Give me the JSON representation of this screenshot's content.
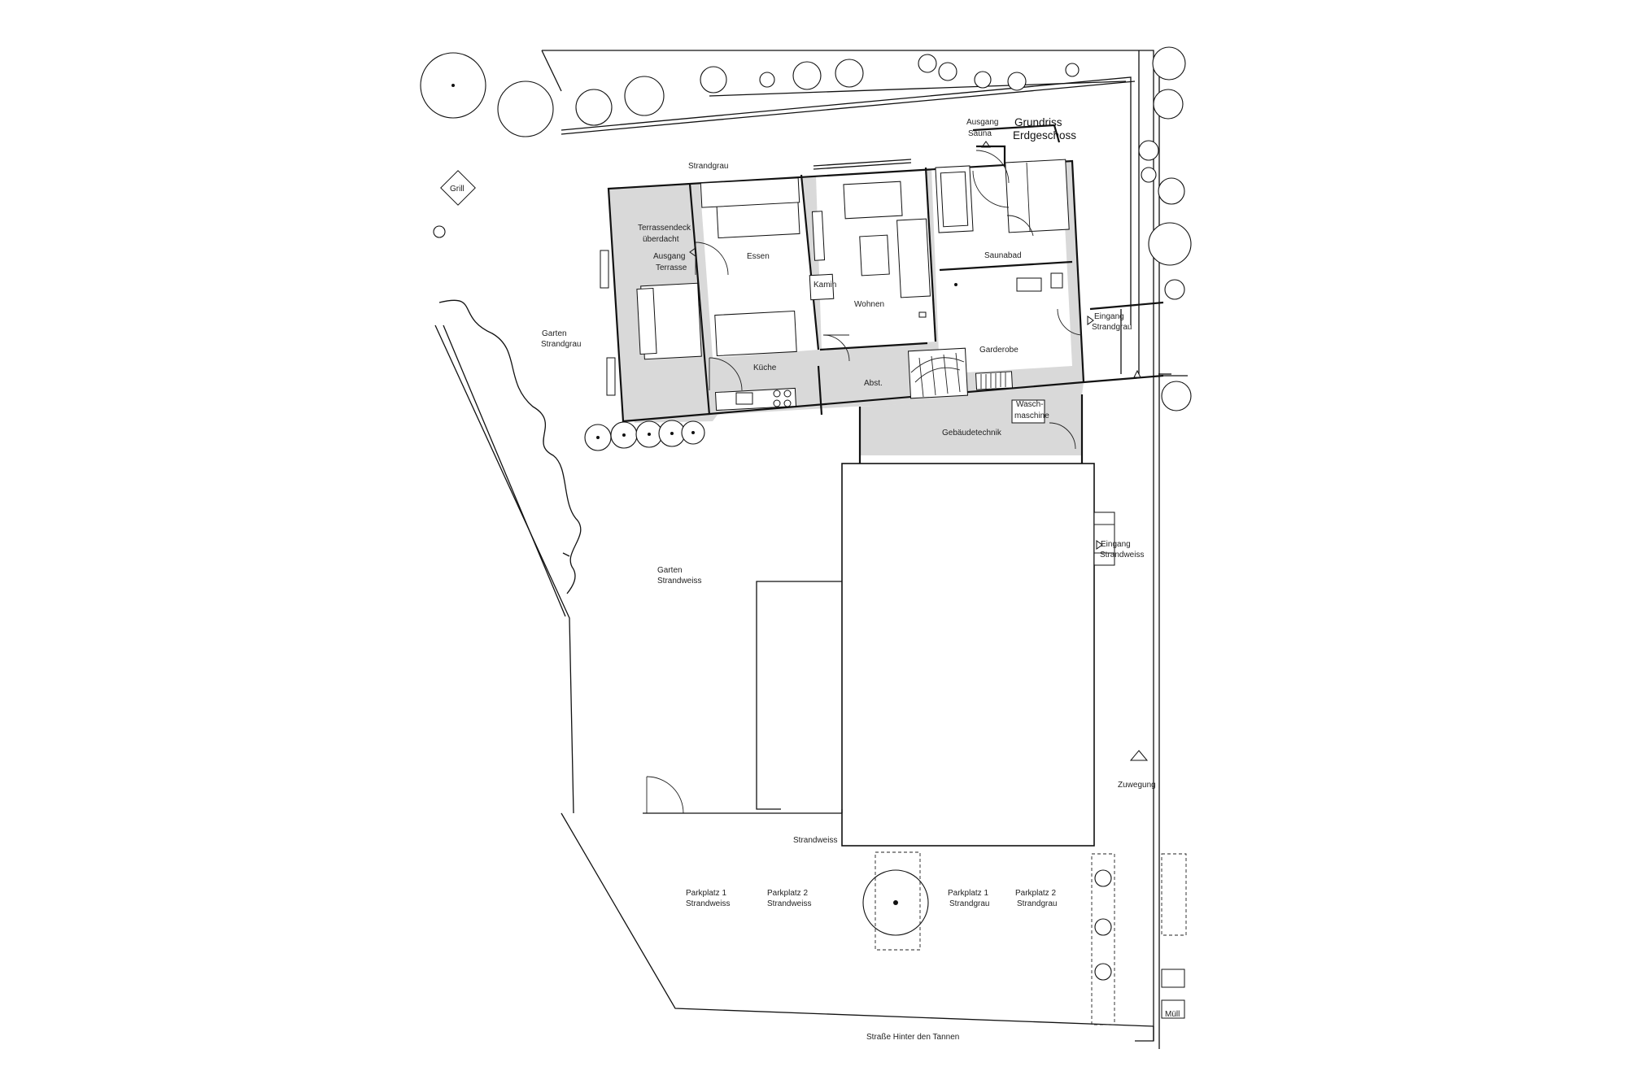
{
  "title": {
    "line1": "Grundriss",
    "line2": "Erdgeschoss"
  },
  "labels": {
    "strandgrau_top": "Strandgrau",
    "terrassendeck_1": "Terrassendeck",
    "terrassendeck_2": "überdacht",
    "ausgang_terrasse_1": "Ausgang",
    "ausgang_terrasse_2": "Terrasse",
    "essen": "Essen",
    "kamin": "Kamin",
    "wohnen": "Wohnen",
    "kueche": "Küche",
    "abst": "Abst.",
    "garderobe": "Garderobe",
    "saunabad": "Saunabad",
    "ausgang_sauna_1": "Ausgang",
    "ausgang_sauna_2": "Sauna",
    "eingang_strandgrau_1": "Eingang",
    "eingang_strandgrau_2": "Strandgrau",
    "waschmaschine_1": "Wasch-",
    "waschmaschine_2": "maschine",
    "gebaeudetechnik": "Gebäudetechnik",
    "grill": "Grill",
    "garten_strandgrau_1": "Garten",
    "garten_strandgrau_2": "Strandgrau",
    "garten_strandweiss_1": "Garten",
    "garten_strandweiss_2": "Strandweiss",
    "eingang_strandweiss_1": "Eingang",
    "eingang_strandweiss_2": "Strandweiss",
    "zuwegung": "Zuwegung",
    "strandweiss_bottom": "Strandweiss",
    "parkplatz1_weiss_1": "Parkplatz 1",
    "parkplatz1_weiss_2": "Strandweiss",
    "parkplatz2_weiss_1": "Parkplatz 2",
    "parkplatz2_weiss_2": "Strandweiss",
    "parkplatz1_grau_1": "Parkplatz 1",
    "parkplatz1_grau_2": "Strandgrau",
    "parkplatz2_grau_1": "Parkplatz 2",
    "parkplatz2_grau_2": "Strandgrau",
    "muell": "Müll",
    "strasse": "Straße Hinter den Tannen"
  },
  "colors": {
    "line": "#111111",
    "fill_grey": "#d9d9d9",
    "background": "#ffffff"
  }
}
